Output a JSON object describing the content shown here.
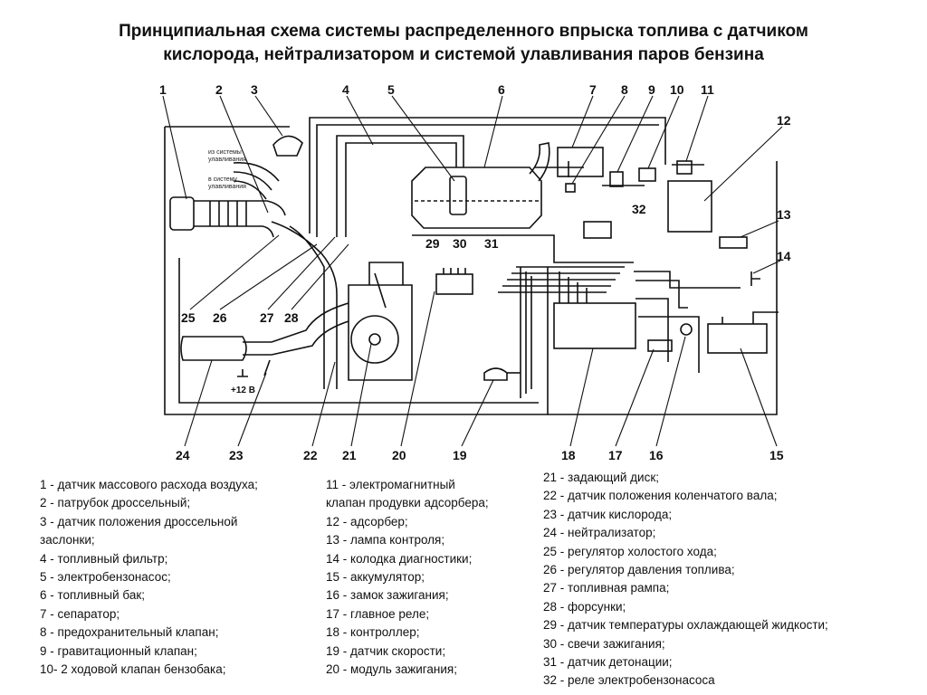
{
  "title": {
    "line1": "Принципиальная схема системы распределенного впрыска топлива с датчиком",
    "line2": "кислорода, нейтрализатором и системой улавливания паров бензина"
  },
  "diagram": {
    "callouts": [
      "1",
      "2",
      "3",
      "4",
      "5",
      "6",
      "7",
      "8",
      "9",
      "10",
      "11",
      "12",
      "13",
      "14",
      "15",
      "16",
      "17",
      "18",
      "19",
      "20",
      "21",
      "22",
      "23",
      "24",
      "25",
      "26",
      "27",
      "28",
      "29",
      "30",
      "31",
      "32"
    ],
    "small_labels": {
      "from_system_a": "из системы",
      "from_system_b": "улавливания",
      "to_system_a": "в систему",
      "to_system_b": "улавливания",
      "plus12": "+12 В"
    }
  },
  "legend": {
    "col1": [
      "1 - датчик массового расхода воздуха;",
      "2 - патрубок дроссельный;",
      "3 - датчик положения дроссельной",
      "заслонки;",
      "4 - топливный фильтр;",
      "5 - электробензонасос;",
      "6 - топливный бак;",
      "7 - сепаратор;",
      "8 - предохранительный  клапан;",
      "9 - гравитационный  клапан;",
      "10- 2 ходовой клапан бензобака;"
    ],
    "col2": [
      "11 - электромагнитный",
      "клапан продувки адсорбера;",
      "12 - адсорбер;",
      "13 - лампа контроля;",
      "14 - колодка диагностики;",
      "15 - аккумулятор;",
      "16 - замок зажигания;",
      "17 - главное реле;",
      "18 - контроллер;",
      "19 - датчик скорости;",
      "20 - модуль зажигания;"
    ],
    "col3": [
      "21 - задающий диск;",
      "22 - датчик положения  коленчатого вала;",
      "23 - датчик кислорода;",
      "24 - нейтрализатор;",
      "25 - регулятор холостого хода;",
      "26 - регулятор давления  топлива;",
      "27 - топливная рампа;",
      "28 - форсунки;",
      "29 - датчик температуры охлаждающей жидкости;",
      "30 - свечи зажигания;",
      "31 - датчик детонации;",
      "32 - реле электробензонасоса"
    ]
  }
}
